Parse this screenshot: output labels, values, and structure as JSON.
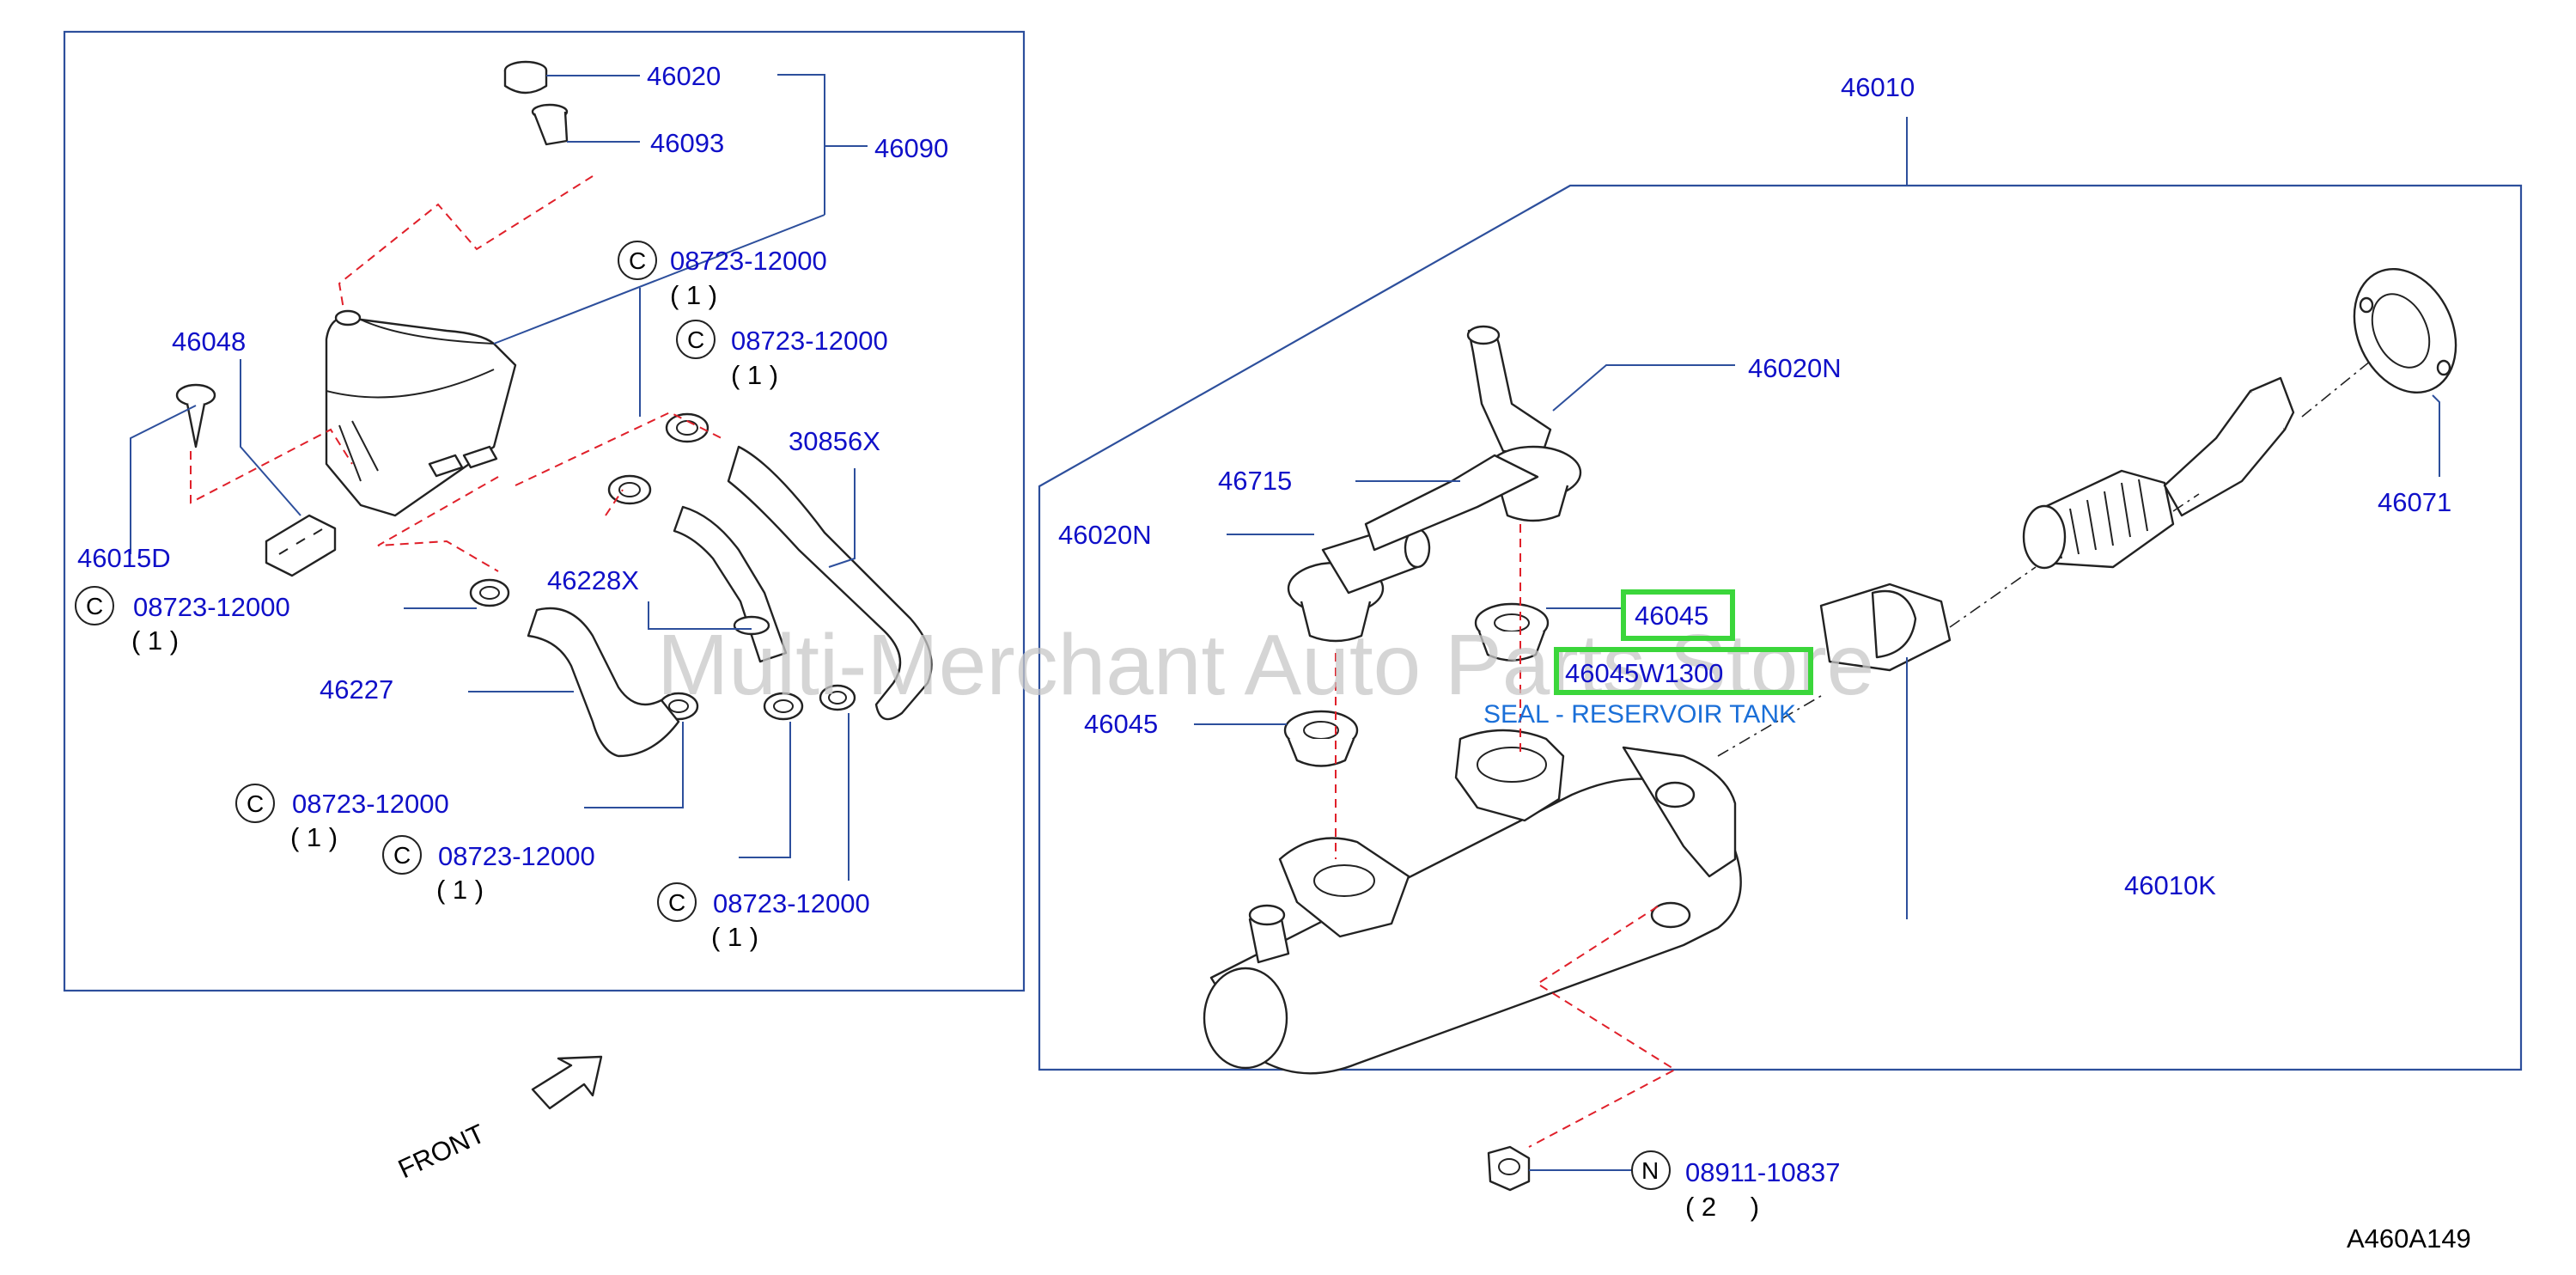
{
  "diagram": {
    "ref_code": "A460A149",
    "front_label": "FRONT",
    "watermark": "Multi-Merchant Auto Parts Store",
    "highlight_description": "SEAL - RESERVOIR TANK",
    "parts": {
      "p46020": "46020",
      "p46093": "46093",
      "p46090": "46090",
      "p46048": "46048",
      "p46015D": "46015D",
      "p30856X": "30856X",
      "p46228X": "46228X",
      "p46227": "46227",
      "p46010": "46010",
      "p46020N_top": "46020N",
      "p46715": "46715",
      "p46020N_left": "46020N",
      "p46045_right": "46045",
      "p46045W1300": "46045W1300",
      "p46045_left": "46045",
      "p46071": "46071",
      "p46010K": "46010K",
      "p08911": "08911-10837"
    },
    "callouts": [
      {
        "letter": "C",
        "part": "08723-12000",
        "qty": "( 1 )"
      },
      {
        "letter": "C",
        "part": "08723-12000",
        "qty": "( 1 )"
      },
      {
        "letter": "C",
        "part": "08723-12000",
        "qty": "( 1 )"
      },
      {
        "letter": "C",
        "part": "08723-12000",
        "qty": "( 1 )"
      },
      {
        "letter": "C",
        "part": "08723-12000",
        "qty": "( 1 )"
      },
      {
        "letter": "C",
        "part": "08723-12000",
        "qty": "( 1 )"
      },
      {
        "letter": "N",
        "part": "08911-10837",
        "qty": "( 2 　)"
      }
    ],
    "colors": {
      "label": "#1010c8",
      "frame": "#2d4f9c",
      "highlight": "#3bd63b",
      "dashed_line": "#e0202a",
      "description": "#1a6fd8"
    }
  }
}
